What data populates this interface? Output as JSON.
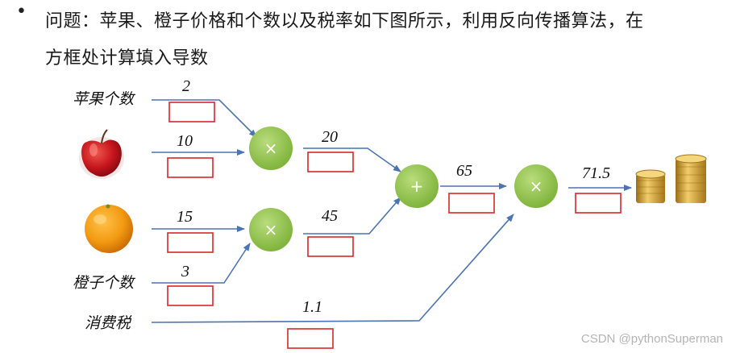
{
  "question": {
    "bullet": "•",
    "line1": "问题：苹果、橙子价格和个数以及税率如下图所示，利用反向传播算法，在",
    "line2": "方框处计算填入导数"
  },
  "labels": {
    "apple_count": "苹果个数",
    "orange_count": "橙子个数",
    "tax": "消费税"
  },
  "values": {
    "apple_count": "2",
    "apple_price": "10",
    "orange_price": "15",
    "orange_count": "3",
    "apple_total": "20",
    "orange_total": "45",
    "sum": "65",
    "tax": "1.1",
    "result": "71.5"
  },
  "operators": {
    "mul1": "×",
    "mul2": "×",
    "add": "+",
    "mul3": "×"
  },
  "watermark": "CSDN @pythonSuperman",
  "colors": {
    "edge": "#4a74b3",
    "box": "#d9262a",
    "node": "#8fc24a"
  },
  "icons": [
    "apple-icon",
    "orange-icon",
    "coins-icon"
  ]
}
